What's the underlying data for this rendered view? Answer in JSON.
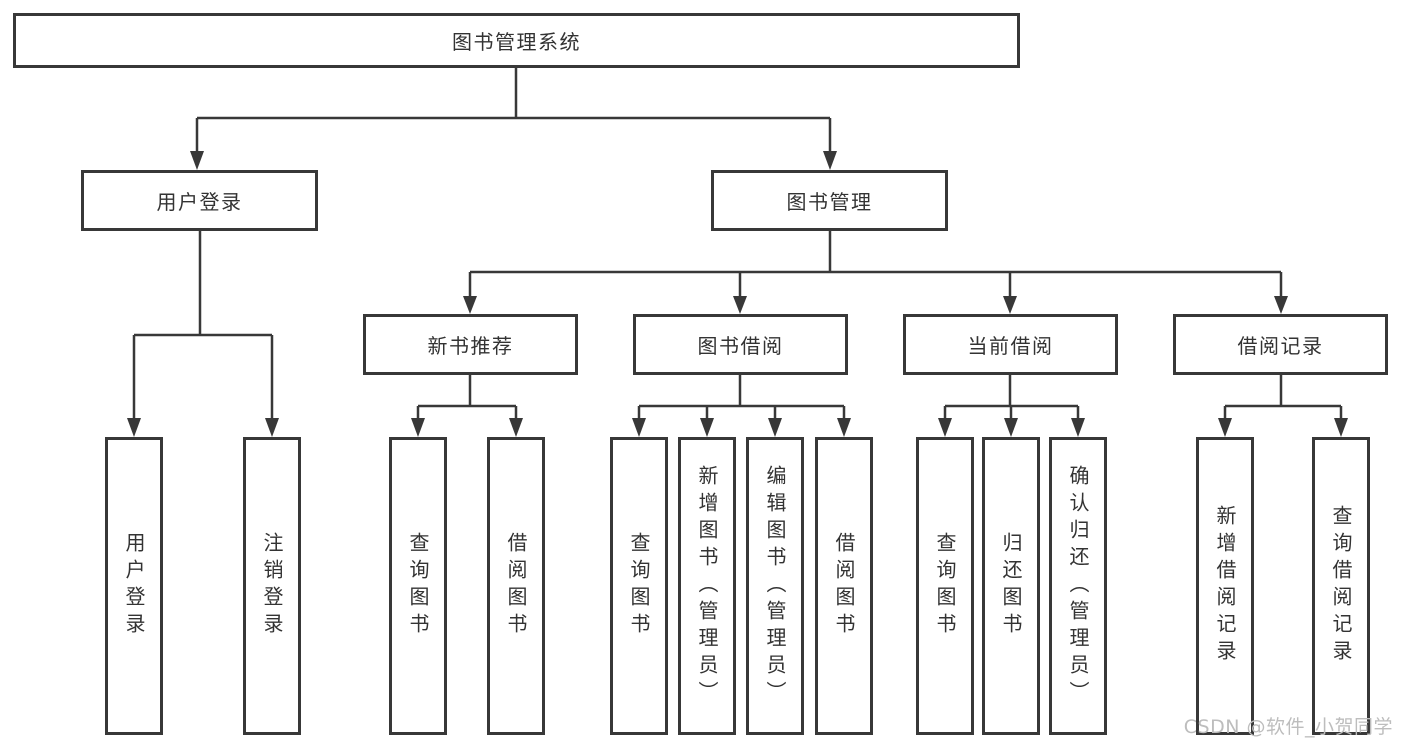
{
  "tree": {
    "root": "图书管理系统",
    "branches": [
      {
        "label": "用户登录",
        "leaves": [
          "用户登录",
          "注销登录"
        ]
      },
      {
        "label": "图书管理",
        "children": [
          {
            "label": "新书推荐",
            "leaves": [
              "查询图书",
              "借阅图书"
            ]
          },
          {
            "label": "图书借阅",
            "leaves": [
              "查询图书",
              "新增图书（管理员）",
              "编辑图书（管理员）",
              "借阅图书"
            ]
          },
          {
            "label": "当前借阅",
            "leaves": [
              "查询图书",
              "归还图书",
              "确认归还（管理员）"
            ]
          },
          {
            "label": "借阅记录",
            "leaves": [
              "新增借阅记录",
              "查询借阅记录"
            ]
          }
        ]
      }
    ]
  },
  "watermark": "CSDN @软件_小贺同学",
  "colors": {
    "line": "#383838",
    "box_border": "#383838",
    "text": "#333333",
    "watermark": "#bdbdbd",
    "background": "#ffffff"
  }
}
